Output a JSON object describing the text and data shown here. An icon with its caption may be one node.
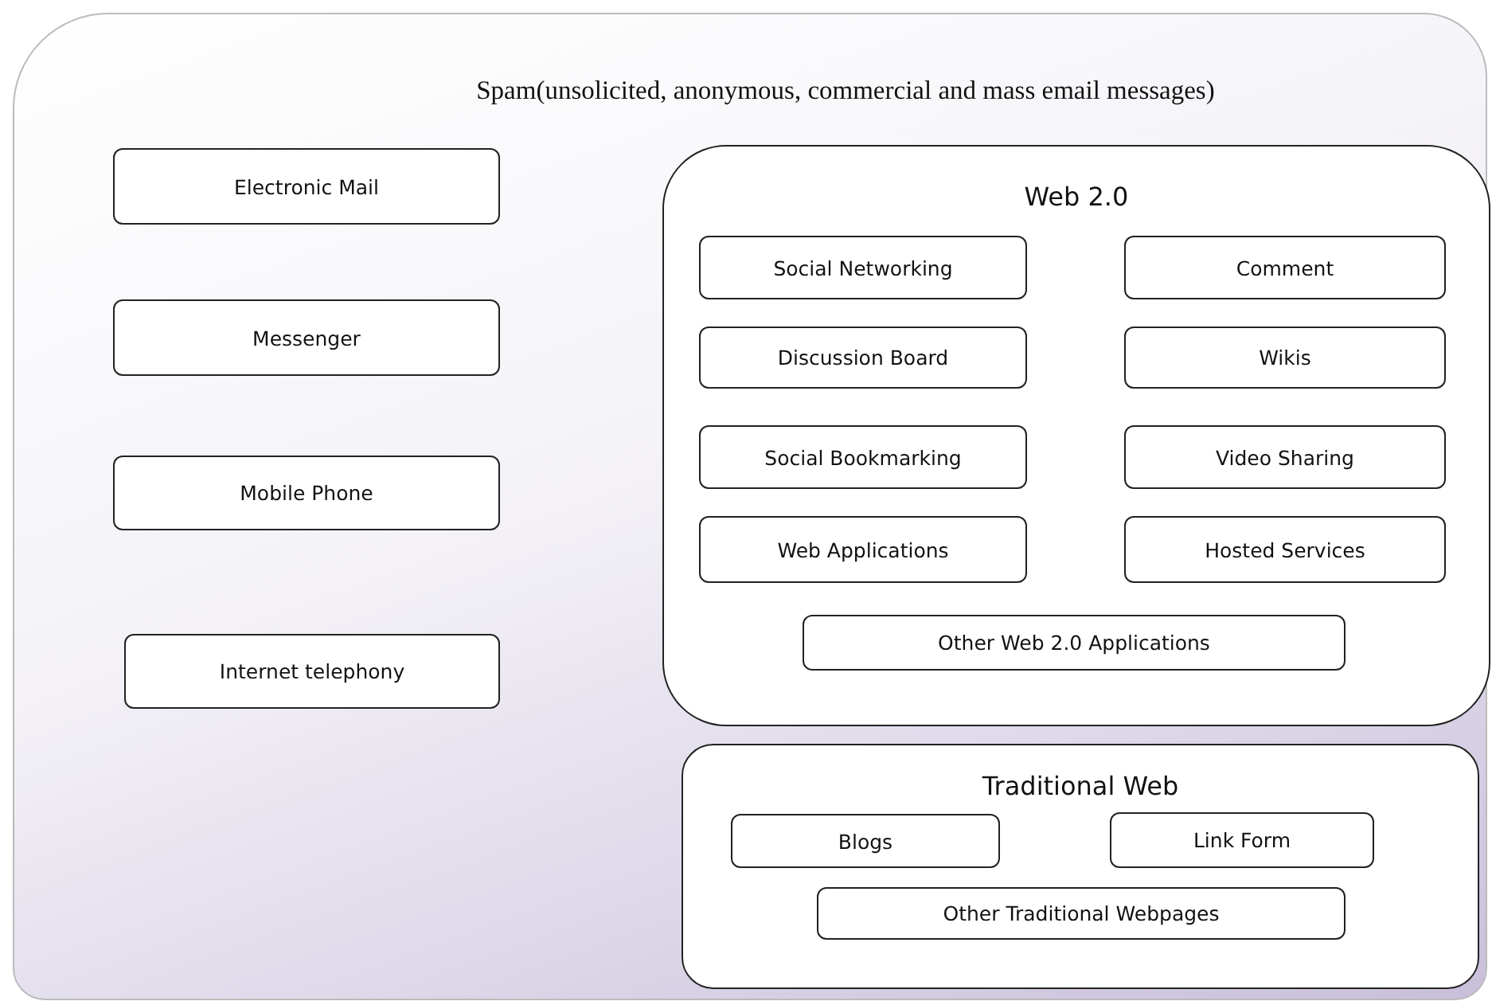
{
  "diagram": {
    "nodes": [
      {
        "text": [
          "Spam(unsolicited, anonymous, commercial and mass email messages)"
        ]
      },
      {
        "text": [
          "Electronic Mail"
        ],
        "in": 0
      },
      {
        "text": [
          "Messenger"
        ],
        "in": 0
      },
      {
        "text": [
          "Mobile Phone"
        ],
        "in": 0
      },
      {
        "text": [
          "Internet telephony"
        ],
        "in": 0
      },
      {
        "text": [
          "Web 2.0"
        ],
        "in": 0
      },
      {
        "text": [
          "Social Networking"
        ],
        "in": 5
      },
      {
        "text": [
          "Comment"
        ],
        "in": 5
      },
      {
        "text": [
          "Discussion Board"
        ],
        "in": 5
      },
      {
        "text": [
          "Wikis"
        ],
        "in": 5
      },
      {
        "text": [
          "Social Bookmarking"
        ],
        "in": 5
      },
      {
        "text": [
          "Video Sharing"
        ],
        "in": 5
      },
      {
        "text": [
          "Web Applications"
        ],
        "in": 5
      },
      {
        "text": [
          "Hosted Services"
        ],
        "in": 5
      },
      {
        "text": [
          "Other Web 2.0 Applications"
        ],
        "in": 5
      },
      {
        "text": [
          "Traditional Web"
        ],
        "in": 0
      },
      {
        "text": [
          "Blogs"
        ],
        "in": 15
      },
      {
        "text": [
          "Link Form"
        ],
        "in": 15
      },
      {
        "text": [
          "Other Traditional Webpages"
        ],
        "in": 15
      }
    ]
  }
}
